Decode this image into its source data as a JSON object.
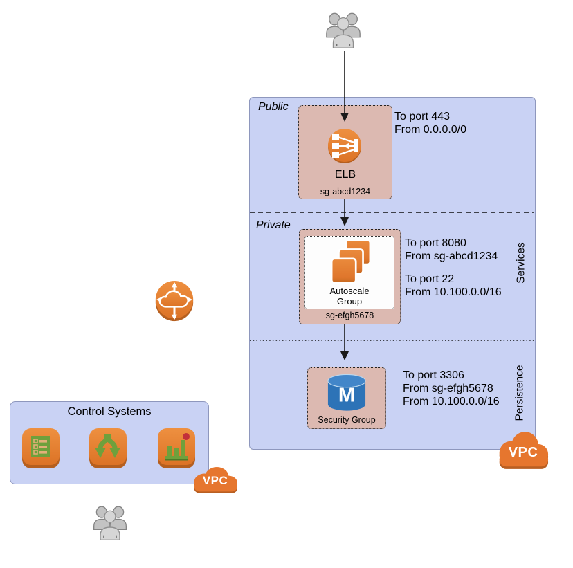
{
  "colors": {
    "vpc_fill": "#c9d2f4",
    "vpc_border": "#8e97bd",
    "security_group_fill": "#dcb9b1",
    "aws_orange": "#e17b2e",
    "glyph_green": "#6fa03c",
    "database_blue": "#2d73b7"
  },
  "actors": {
    "top": "users-icon",
    "bottom": "users-icon"
  },
  "right_vpc": {
    "public_label": "Public",
    "private_label": "Private",
    "services_label": "Services",
    "persistence_label": "Persistence",
    "vpc_badge": "VPC",
    "elb": {
      "title": "ELB",
      "sg_name": "sg-abcd1234",
      "rules": [
        "To port 443",
        "From 0.0.0.0/0"
      ]
    },
    "autoscale": {
      "title_line1": "Autoscale",
      "title_line2": "Group",
      "sg_name": "sg-efgh5678",
      "rules_top": [
        "To port 8080",
        "From sg-abcd1234"
      ],
      "rules_bottom": [
        "To port 22",
        "From 10.100.0.0/16"
      ]
    },
    "database": {
      "title": "Security Group",
      "db_letter": "M",
      "rules": [
        "To port 3306",
        "From sg-efgh5678",
        "From 10.100.0.0/16"
      ]
    }
  },
  "left_vpc": {
    "title": "Control Systems",
    "vpc_badge": "VPC",
    "icons": [
      "list-config-icon",
      "branch-arrows-icon",
      "bar-chart-alarm-icon"
    ]
  }
}
